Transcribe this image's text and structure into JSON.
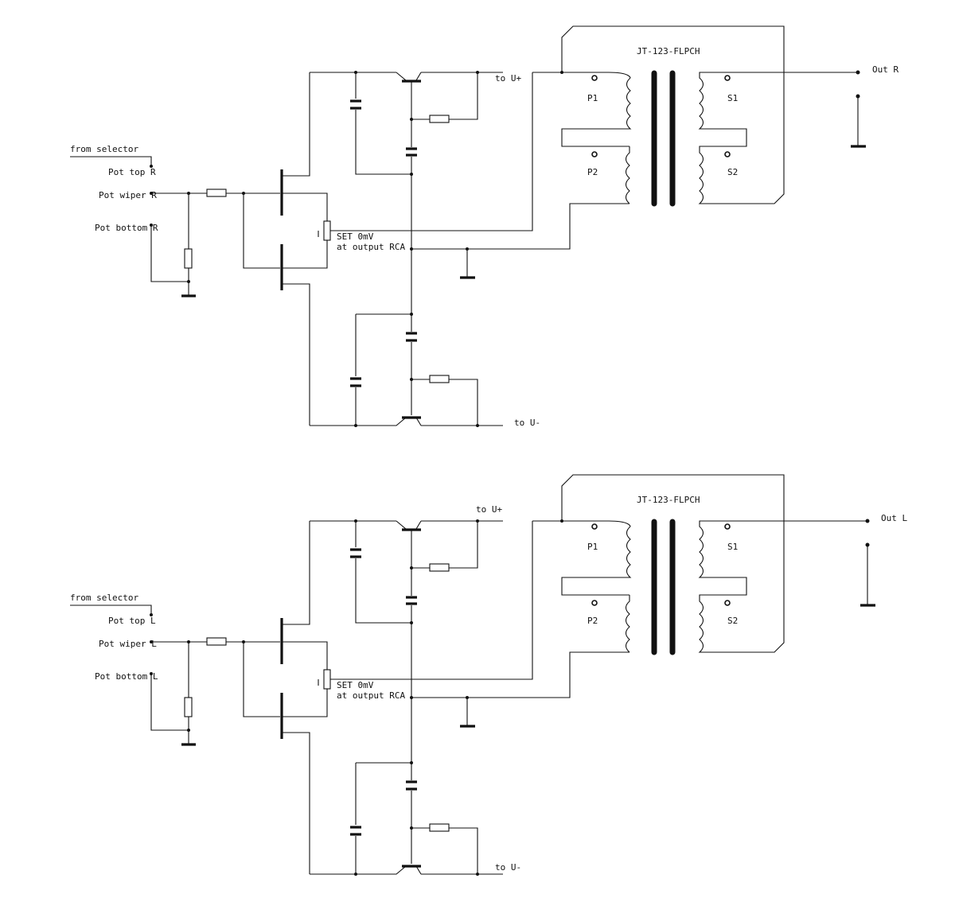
{
  "channels": [
    {
      "from_selector": "from selector",
      "pot_top": "Pot top R",
      "pot_wiper": "Pot wiper R",
      "pot_bottom": "Pot bottom R",
      "set_line1": "SET 0mV",
      "set_line2": "at output RCA",
      "to_uplus": "to U+",
      "to_uminus": "to U-",
      "transformer": "JT-123-FLPCH",
      "p1": "P1",
      "p2": "P2",
      "s1": "S1",
      "s2": "S2",
      "out": "Out R"
    },
    {
      "from_selector": "from selector",
      "pot_top": "Pot top L",
      "pot_wiper": "Pot wiper L",
      "pot_bottom": "Pot bottom L",
      "set_line1": "SET 0mV",
      "set_line2": "at output RCA",
      "to_uplus": "to U+",
      "to_uminus": "to U-",
      "transformer": "JT-123-FLPCH",
      "p1": "P1",
      "p2": "P2",
      "s1": "S1",
      "s2": "S2",
      "out": "Out L"
    }
  ]
}
